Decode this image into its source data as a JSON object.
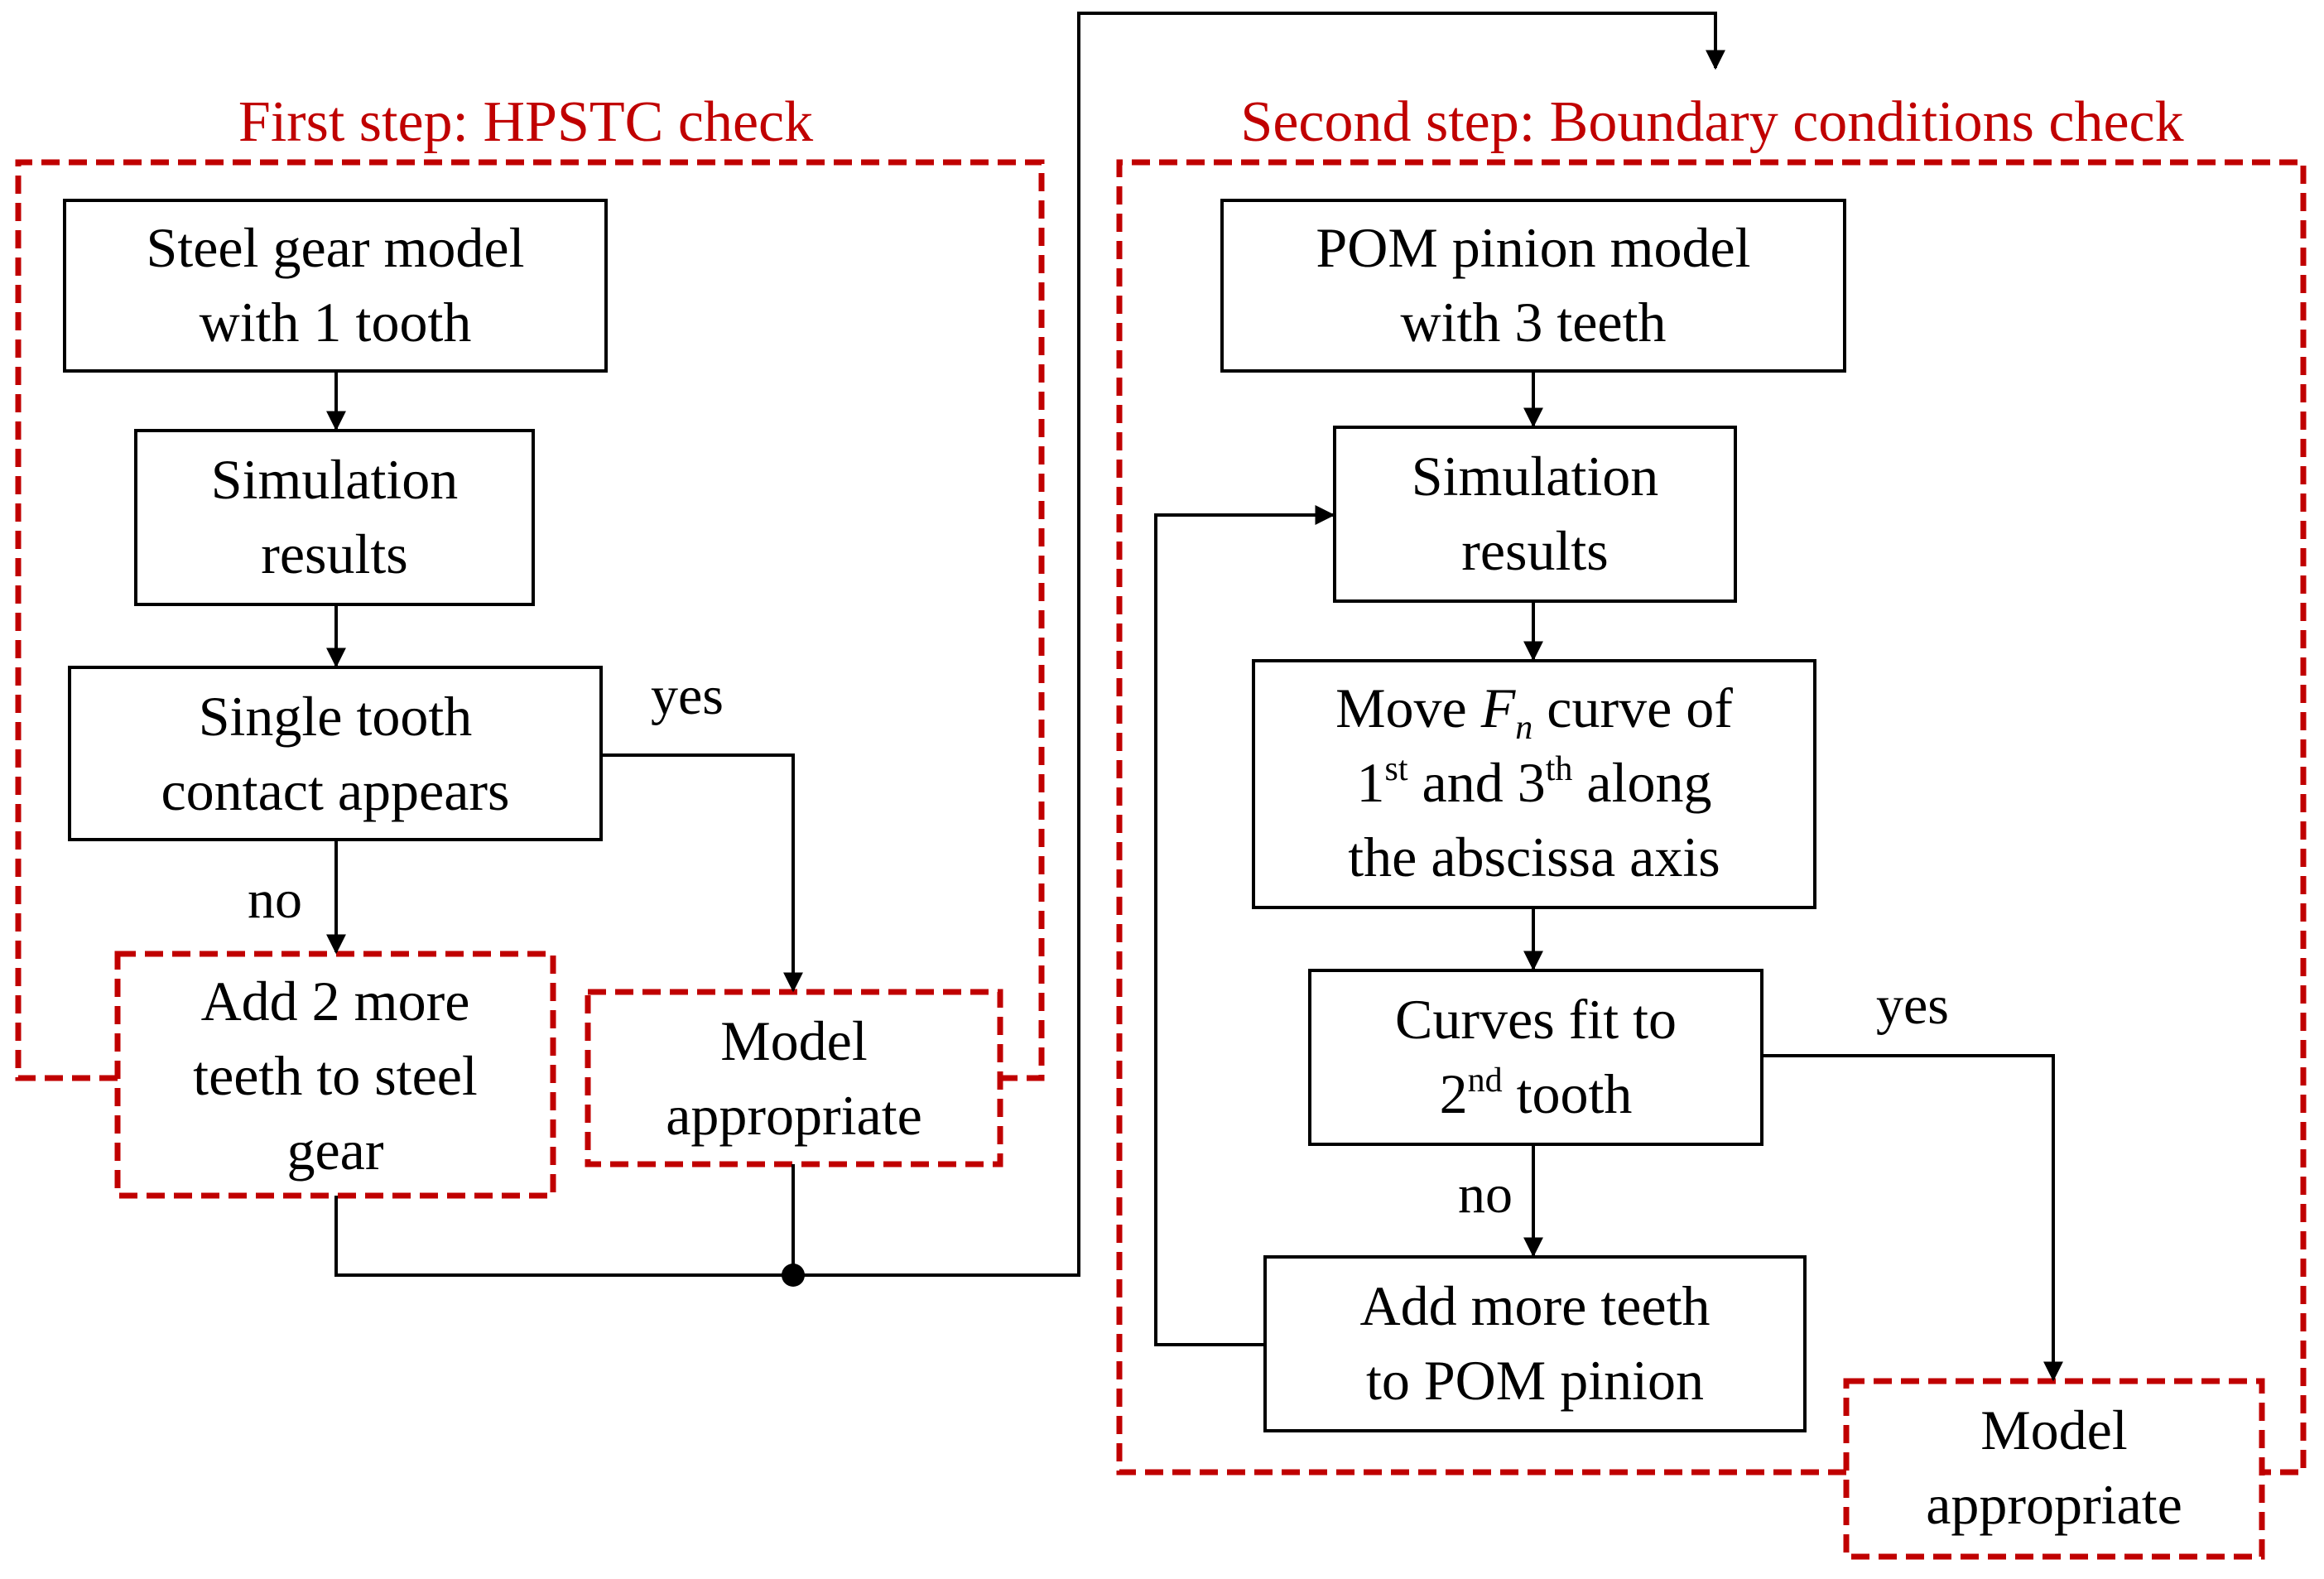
{
  "step1": {
    "title": "First step: HPSTC check",
    "nodes": {
      "steel_model": [
        "Steel gear model",
        "with 1 tooth"
      ],
      "sim_results": [
        "Simulation",
        "results"
      ],
      "single_contact": [
        "Single tooth",
        "contact appears"
      ],
      "add_teeth": [
        "Add 2 more",
        "teeth to steel",
        "gear"
      ],
      "model_appropriate": [
        "Model",
        "appropriate"
      ]
    },
    "labels": {
      "yes": "yes",
      "no": "no"
    }
  },
  "step2": {
    "title": "Second step: Boundary conditions check",
    "nodes": {
      "pom_model": [
        "POM pinion model",
        "with 3 teeth"
      ],
      "sim_results": [
        "Simulation",
        "results"
      ],
      "move_curve": {
        "line1_pre": "Move ",
        "line1_var": "F",
        "line1_sub": "n",
        "line1_post": " curve of",
        "line2_a": "1",
        "line2_sup_a": "st",
        "line2_b": " and 3",
        "line2_sup_b": "th",
        "line2_c": " along",
        "line3": "the abscissa axis"
      },
      "curves_fit": {
        "line1": "Curves fit to",
        "line2_a": "2",
        "line2_sup": "nd",
        "line2_b": " tooth"
      },
      "add_teeth": [
        "Add more teeth",
        "to POM pinion"
      ],
      "model_appropriate": [
        "Model",
        "appropriate"
      ]
    },
    "labels": {
      "yes": "yes",
      "no": "no"
    }
  }
}
